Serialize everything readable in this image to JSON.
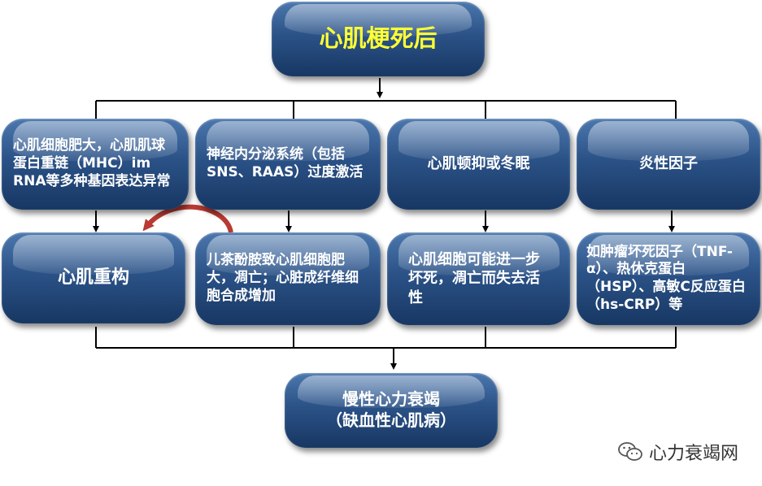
{
  "title": "心肌梗死后",
  "row1": {
    "box1": "心肌细胞肥大，心肌肌球蛋白重链（MHC）im RNA等多种基因表达异常",
    "box2": "神经内分泌系统（包括SNS、RAAS）过度激活",
    "box3": "心肌顿抑或冬眠",
    "box4": "炎性因子"
  },
  "row2": {
    "box1": "心肌重构",
    "box2": "儿茶酚胺致心肌细胞肥大，凋亡；心脏成纤维细胞合成增加",
    "box3": "心肌细胞可能进一步坏死，凋亡而失去活性",
    "box4": "如肿瘤坏死因子（TNF-α）、热休克蛋白（HSP）、高敏C反应蛋白（hs-CRP）等"
  },
  "outcome": {
    "line1": "慢性心力衰竭",
    "line2": "（缺血性心肌病）"
  },
  "watermark": "心力衰竭网",
  "colors": {
    "box_top": "#4b77ad",
    "box_bottom": "#173763",
    "title_text": "#ffff33",
    "connector": "#000000",
    "curved_arrow": "#b83a32"
  }
}
